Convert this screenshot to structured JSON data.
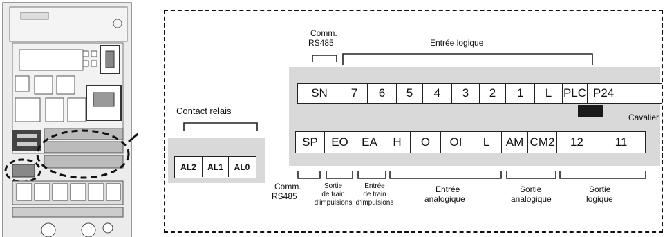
{
  "top_labels": {
    "comm_rs485": [
      "Comm.",
      "RS485"
    ],
    "entree_logique": "Entrée logique"
  },
  "top_terminals": [
    "SN",
    "7",
    "6",
    "5",
    "4",
    "3",
    "2",
    "1",
    "L",
    "PLC",
    "P24"
  ],
  "bottom_terminals": [
    "SP",
    "EO",
    "EA",
    "H",
    "O",
    "OI",
    "L",
    "AM",
    "CM2",
    "12",
    "11"
  ],
  "cavalier": "Cavalier",
  "relay": {
    "title": "Contact relais",
    "terminals": [
      "AL2",
      "AL1",
      "AL0"
    ]
  },
  "bottom_labels": {
    "comm_rs485": [
      "Comm.",
      "RS485"
    ],
    "sortie_train": [
      "Sortie",
      "de train",
      "d'impulsions"
    ],
    "entree_train": [
      "Entrée",
      "de train",
      "d'impulsions"
    ],
    "entree_analogique": [
      "Entrée",
      "analogique"
    ],
    "sortie_analogique": [
      "Sortie",
      "analogique"
    ],
    "sortie_logique": [
      "Sortie",
      "logique"
    ]
  },
  "colors": {
    "panel": "#d9d9d9",
    "device_body": "#e8e8e8",
    "line": "#222222",
    "jumper": "#1a1a1a"
  }
}
